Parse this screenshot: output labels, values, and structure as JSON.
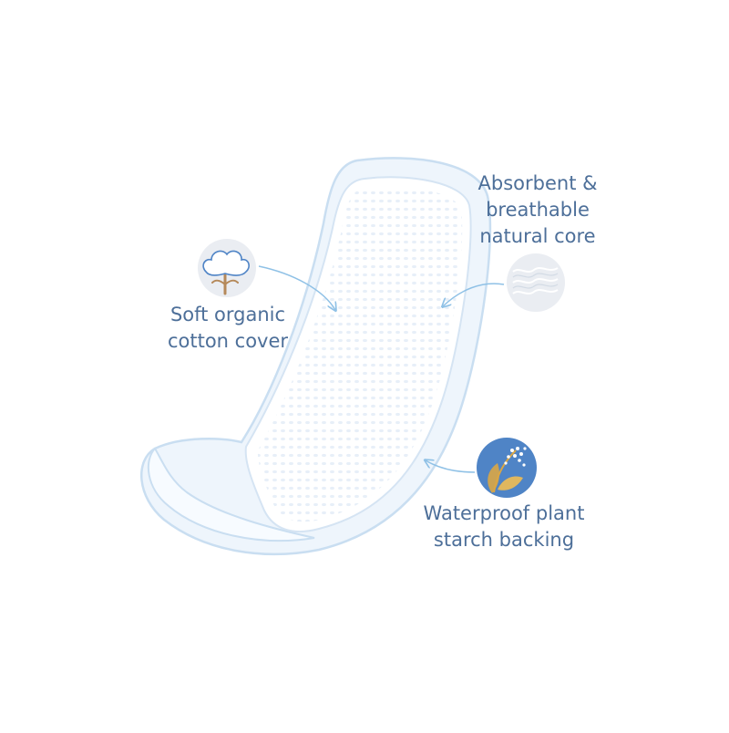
{
  "callouts": {
    "cotton": {
      "icon": "cotton-flower-icon",
      "lines": [
        "Soft organic",
        "cotton cover"
      ]
    },
    "core": {
      "icon": "absorbent-core-icon",
      "lines": [
        "Absorbent &",
        "breathable",
        "natural core"
      ]
    },
    "backing": {
      "icon": "plant-starch-leaf-icon",
      "lines": [
        "Waterproof plant",
        "starch backing"
      ]
    }
  },
  "colors": {
    "text": "#4d6f99",
    "arrow": "#8fc1e6",
    "pad_edge": "#c9def1",
    "pad_fill": "#eef5fc",
    "icon_bg_light": "#eaedf2",
    "icon_bg_blue": "#4f84c6",
    "cotton_stem": "#b5895a",
    "leaf_gold": "#d9a645"
  }
}
